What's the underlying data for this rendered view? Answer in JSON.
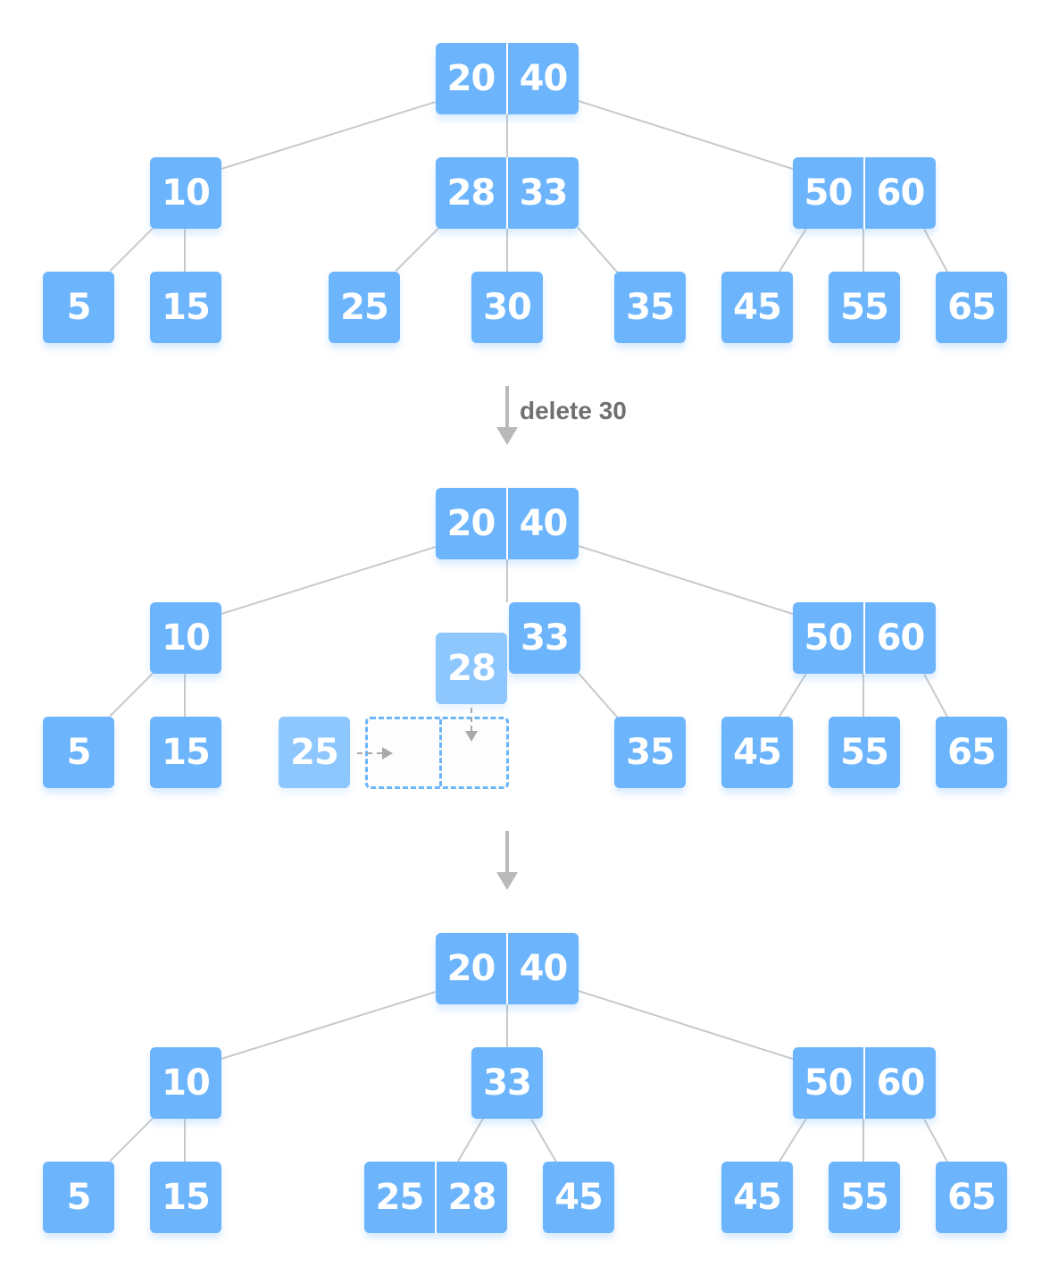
{
  "diagram": {
    "step_label": "delete 30",
    "stage1": {
      "root": [
        "20",
        "40"
      ],
      "level1": [
        [
          "10"
        ],
        [
          "28",
          "33"
        ],
        [
          "50",
          "60"
        ]
      ],
      "leaves": [
        [
          "5"
        ],
        [
          "15"
        ],
        [
          "25"
        ],
        [
          "30"
        ],
        [
          "35"
        ],
        [
          "45"
        ],
        [
          "55"
        ],
        [
          "65"
        ]
      ]
    },
    "stage2": {
      "root": [
        "20",
        "40"
      ],
      "level1": [
        [
          "10"
        ],
        [
          "33"
        ],
        [
          "50",
          "60"
        ]
      ],
      "moving_key": "28",
      "leaves": [
        [
          "5"
        ],
        [
          "15"
        ],
        [
          "25"
        ],
        [
          "35"
        ],
        [
          "45"
        ],
        [
          "55"
        ],
        [
          "65"
        ]
      ]
    },
    "stage3": {
      "root": [
        "20",
        "40"
      ],
      "level1": [
        [
          "10"
        ],
        [
          "33"
        ],
        [
          "50",
          "60"
        ]
      ],
      "leaves": [
        [
          "5"
        ],
        [
          "15"
        ],
        [
          "25",
          "28"
        ],
        [
          "45"
        ],
        [
          "45"
        ],
        [
          "55"
        ],
        [
          "65"
        ]
      ]
    },
    "colors": {
      "node": "#6cb4fc",
      "edge": "#c9c9c9",
      "arrow": "#b9b9b9",
      "label": "#707070"
    }
  }
}
